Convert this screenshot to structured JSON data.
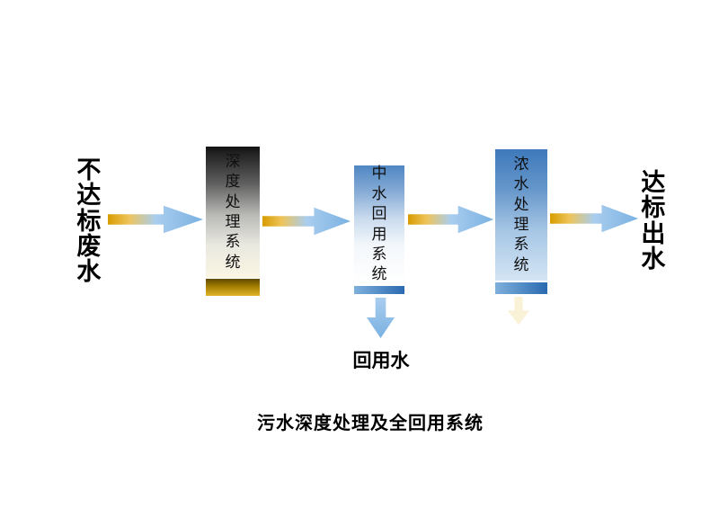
{
  "diagram": {
    "title": "污水深度处理及全回用系统",
    "input_label": "不达标废水",
    "output_label": "达标出水",
    "reuse_label": "回用水",
    "boxes": [
      {
        "label": "深度处理系统"
      },
      {
        "label": "中水回用系统"
      },
      {
        "label": "浓水处理系统"
      }
    ]
  },
  "colors": {
    "arrow_gold": "#d79c00",
    "arrow_gold_light": "#eec45a",
    "arrow_blue": "#a9cdee",
    "arrow_blue_deep": "#7ab1e2",
    "box1_bar_top": "#5e4a00",
    "box1_bar_bottom": "#e0b52a",
    "box2_blue": "#4f86c2",
    "box3_blue": "#3e79bb",
    "bar_blue_light": "#7fb0dc",
    "bar_blue_dark": "#2a6ab0",
    "text": "#000000"
  }
}
